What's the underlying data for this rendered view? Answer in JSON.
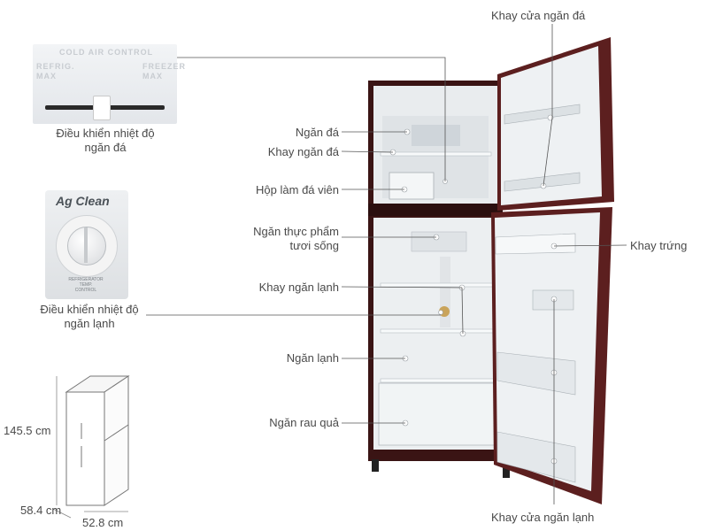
{
  "labels": {
    "freezer_door_tray": "Khay cửa ngăn đá",
    "freezer": "Ngăn đá",
    "freezer_tray": "Khay ngăn đá",
    "ice_maker_box": "Hộp làm đá viên",
    "fresh_food_compartment_line1": "Ngăn thực phẩm",
    "fresh_food_compartment_line2": "tươi sống",
    "fridge_tray": "Khay ngăn lạnh",
    "fridge_compartment": "Ngăn lạnh",
    "crisper": "Ngăn rau quả",
    "egg_tray": "Khay trứng",
    "fridge_door_tray": "Khay cửa ngăn lạnh"
  },
  "insets": {
    "freezer_control_line1": "Điều khiển nhiệt độ",
    "freezer_control_line2": "ngăn đá",
    "fridge_control_line1": "Điều khiển nhiệt độ",
    "fridge_control_line2": "ngăn lạnh",
    "ag_clean_brand": "Ag Clean",
    "freezer_panel_text_top": "COLD AIR CONTROL",
    "freezer_panel_text_left": "REFRIG. MAX",
    "freezer_panel_text_right": "FREEZER MAX",
    "dial_text": "REFRIGERATOR TEMP. CONTROL"
  },
  "dimensions": {
    "height": "145.5 cm",
    "depth": "58.4 cm",
    "width": "52.8 cm"
  },
  "colors": {
    "cabinet": "#3a1414",
    "door_edge": "#5c1f1f",
    "liner": "#eceff1",
    "leader_line": "#555555"
  }
}
